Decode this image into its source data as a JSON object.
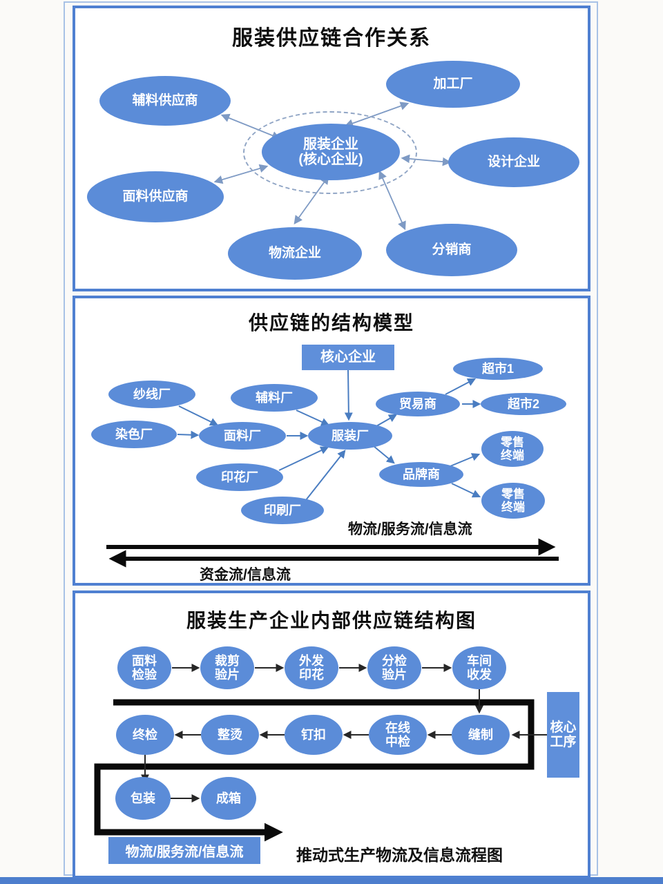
{
  "colors": {
    "node_fill": "#5b8cd8",
    "panel_border": "#4f80d1",
    "outer_frame": "#a8c2e6",
    "bottom_bar": "#4d7ecd",
    "panel1_wire": "#7e9ac4",
    "panel2_wire": "#4a7dc1",
    "panel3_wire": "#262626",
    "thick_flow": "#0a0a0a",
    "node_text": "#ffffff",
    "title_text": "#0e0e0e"
  },
  "panel1": {
    "title": "服装供应链合作关系",
    "center_label": "服装企业\n(核心企业)",
    "nodes": [
      {
        "label": "辅料供应商"
      },
      {
        "label": "加工厂"
      },
      {
        "label": "设计企业"
      },
      {
        "label": "面料供应商"
      },
      {
        "label": "物流企业"
      },
      {
        "label": "分销商"
      }
    ]
  },
  "panel2": {
    "title": "供应链的结构模型",
    "core_label": "核心企业",
    "nodes": [
      {
        "label": "纱线厂"
      },
      {
        "label": "辅料厂"
      },
      {
        "label": "染色厂"
      },
      {
        "label": "面料厂"
      },
      {
        "label": "服装厂"
      },
      {
        "label": "印花厂"
      },
      {
        "label": "印刷厂"
      },
      {
        "label": "贸易商"
      },
      {
        "label": "超市1"
      },
      {
        "label": "超市2"
      },
      {
        "label": "品牌商"
      },
      {
        "label": "零售\n终端"
      },
      {
        "label": "零售\n终端"
      }
    ],
    "flow_forward_label": "物流/服务流/信息流",
    "flow_backward_label": "资金流/信息流"
  },
  "panel3": {
    "title": "服装生产企业内部供应链结构图",
    "row1": [
      "面料\n检验",
      "裁剪\n验片",
      "外发\n印花",
      "分检\n验片",
      "车间\n收发"
    ],
    "row2": [
      "终检",
      "整烫",
      "钉扣",
      "在线\n中检",
      "缝制"
    ],
    "row3": [
      "包装",
      "成箱"
    ],
    "core_process_label": "核心\n工序",
    "flow_label": "物流/服务流/信息流",
    "caption": "推动式生产物流及信息流程图"
  }
}
